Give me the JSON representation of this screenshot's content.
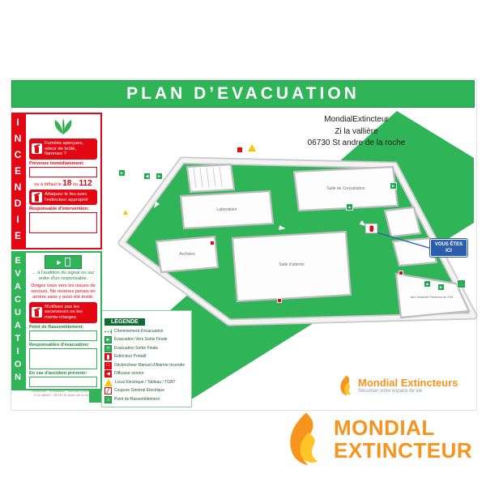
{
  "poster": {
    "title": "PLAN D’EVACUATION",
    "address_line1": "MondialExtincteur",
    "address_line2": "Zi la vallière",
    "address_line3": "06730 St andre de la roche"
  },
  "incendie": {
    "vertical_label": "INCENDIE",
    "alert_box": "Fumées aperçues, odeur de brûlé, flammes ?",
    "prevenez_label": "Prévenez immédiatement:",
    "defaut_prefix": "ou à défaut le",
    "number_fire": "18",
    "or_word": "ou",
    "number_emergency": "112",
    "attack_box": "Attaquez le feu avec l'extincteur approprié",
    "responsable_label": "Responsable d'intervention:"
  },
  "evacuation": {
    "vertical_label": "EVACUATION",
    "signal_text": "... à l'audition du signal ou sur ordre d'un responsable.",
    "direction_text": "Dirigez vous vers les issues de secours. Ne revenez jamais en arrière sans y avoir été invité.",
    "ascenseur_box": "N'utilisez pas les ascenseurs ou les monte-charges.",
    "rassemblement_label": "Point de Rassemblement:",
    "responsables_label": "Responsables d'évacuation:",
    "accident_label": "En cas d'accident prévenir:",
    "footer": "Conception / Réalisation : Mondial Extincteur - Zi la vallière - 06730 St andre de la roche"
  },
  "legende": {
    "title": "LÉGENDE",
    "items": [
      {
        "label": "Cheminement d'évacuation",
        "icon": "dashed-arrow"
      },
      {
        "label": "Evacuation Vers Sortie Finale",
        "icon": "exit-sign"
      },
      {
        "label": "Evacuation Sortie Finale",
        "icon": "final-exit-sign"
      },
      {
        "label": "Extincteur Portatif",
        "icon": "extinguisher"
      },
      {
        "label": "Déclencheur Manuel d'Alarme Incendie",
        "icon": "manual-call-point"
      },
      {
        "label": "Diffuseur sonore",
        "icon": "sounder"
      },
      {
        "label": "Local Electrique / Tableau / TGBT",
        "icon": "warning-triangle"
      },
      {
        "label": "Coupure Général Electrique",
        "icon": "power-cut"
      },
      {
        "label": "Point de Rassemblement",
        "icon": "assembly-point"
      }
    ]
  },
  "plan": {
    "rooms": [
      "Salle de Consultation",
      "Laboratoire",
      "Archives",
      "Salle d'attente",
      "Aire d'attente Présence du Fret"
    ],
    "you_are_here_line1": "VOUS ÊTES",
    "you_are_here_line2": "ICI"
  },
  "branding": {
    "small_name": "Mondial Extincteurs",
    "small_tagline": "Sécuriser votre espace de vie",
    "big_line1": "MONDIAL",
    "big_line2": "EXTINCTEUR"
  },
  "colors": {
    "green": "#2fb457",
    "dark_green": "#0c6b33",
    "red": "#e30613",
    "orange": "#f7941d",
    "blue": "#2b5fad",
    "yellow": "#f6c700"
  }
}
